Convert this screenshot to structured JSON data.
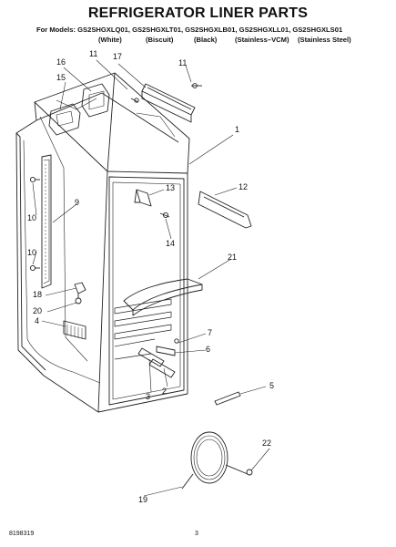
{
  "header": {
    "title": "REFRIGERATOR LINER PARTS",
    "models_line": "For Models: GS2SHGXLQ01, GS2SHGXLT01, GS2SHGXLB01, GS2SHGXLL01, GS2SHGXLS01",
    "finishes": [
      "(White)",
      "(Biscuit)",
      "(Black)",
      "(Stainless–VCM)",
      "(Stainless Steel)"
    ]
  },
  "part_labels": {
    "p1": "1",
    "p2": "2",
    "p3": "3",
    "p4": "4",
    "p5": "5",
    "p6": "6",
    "p7": "7",
    "p9": "9",
    "p10a": "10",
    "p10b": "10",
    "p11a": "11",
    "p11b": "11",
    "p12": "12",
    "p13": "13",
    "p14": "14",
    "p15": "15",
    "p16": "16",
    "p17": "17",
    "p18": "18",
    "p19": "19",
    "p20": "20",
    "p21": "21",
    "p22": "22"
  },
  "footer": {
    "doc_number": "8198319",
    "page_number": "3"
  }
}
